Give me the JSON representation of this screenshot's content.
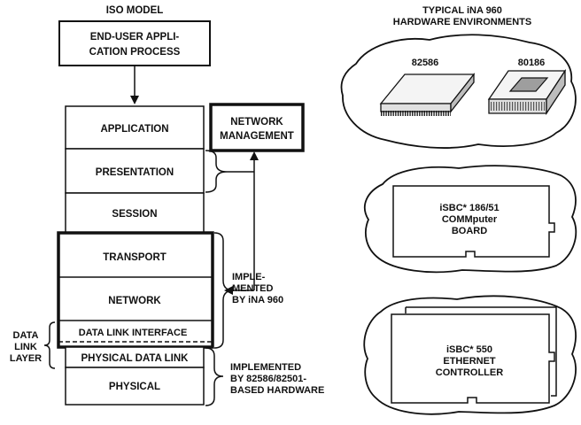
{
  "iso": {
    "title": "ISO MODEL",
    "end_user_box": [
      "END-USER APPLI-",
      "CATION PROCESS"
    ],
    "layers": {
      "application": "APPLICATION",
      "presentation": "PRESENTATION",
      "session": "SESSION",
      "transport": "TRANSPORT",
      "network": "NETWORK",
      "data_link_interface": "DATA LINK INTERFACE",
      "physical_data_link": "PHYSICAL DATA LINK",
      "physical": "PHYSICAL"
    },
    "data_link_layer_label": [
      "DATA",
      "LINK",
      "LAYER"
    ]
  },
  "network_management": [
    "NETWORK",
    "MANAGEMENT"
  ],
  "implemented_ina": [
    "IMPLE-",
    "MENTED",
    "BY iNA 960"
  ],
  "implemented_hw": [
    "IMPLEMENTED",
    "BY 82586/82501-",
    "BASED HARDWARE"
  ],
  "hardware": {
    "title": [
      "TYPICAL iNA 960",
      "HARDWARE ENVIRONMENTS"
    ],
    "chip_a": "82586",
    "chip_b": "80186",
    "board_1": [
      "iSBC* 186/51",
      "COMMputer",
      "BOARD"
    ],
    "board_2": [
      "iSBC* 550",
      "ETHERNET",
      "CONTROLLER"
    ]
  }
}
